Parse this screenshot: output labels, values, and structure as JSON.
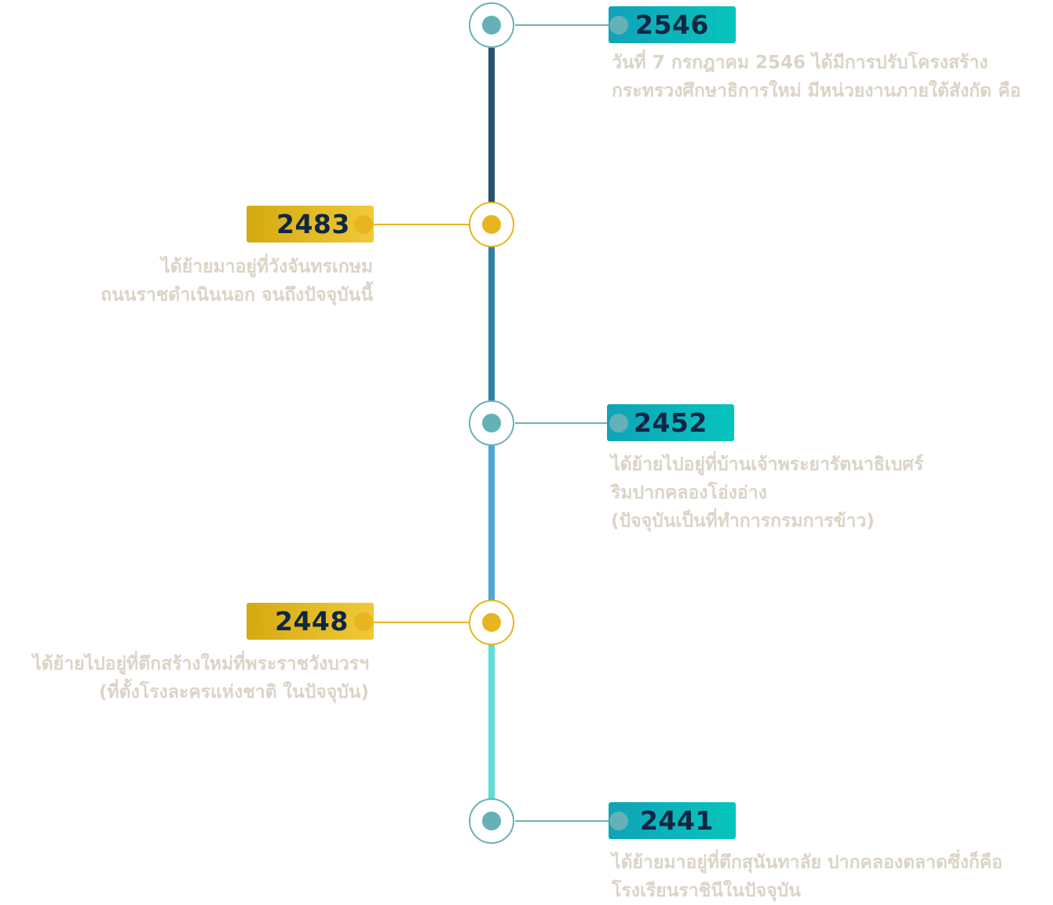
{
  "colors": {
    "teal_ring": "#6ab1b8",
    "teal_dot": "#64b1b7",
    "gold_ring": "#e8b520",
    "gold_dot": "#e8b520",
    "axis_top": "#27526a",
    "axis_mid_upper": "#337fa4",
    "axis_mid_lower": "#4ea7d8",
    "axis_bottom": "#5fdcd5",
    "year_text": "#0f2744",
    "description_text": "#dbd4c6"
  },
  "timeline": [
    {
      "year": "2546",
      "side": "right",
      "style": "teal",
      "lines": [
        "วันที่ 7 กรกฎาคม 2546 ได้มีการปรับโครงสร้าง",
        "กระทรวงศึกษาธิการใหม่ มีหน่วยงานภายใต้สังกัด คือ"
      ]
    },
    {
      "year": "2483",
      "side": "left",
      "style": "gold",
      "lines": [
        "ได้ย้ายมาอยู่ที่วังจันทรเกษม",
        "ถนนราชดำเนินนอก จนถึงปัจจุบันนี้"
      ]
    },
    {
      "year": "2452",
      "side": "right",
      "style": "teal",
      "lines": [
        "ได้ย้ายไปอยู่ที่บ้านเจ้าพระยารัตนาธิเบศร์",
        "ริมปากคลองโอ่งอ่าง",
        "(ปัจจุบันเป็นที่ทำการกรมการข้าว)"
      ]
    },
    {
      "year": "2448",
      "side": "left",
      "style": "gold",
      "lines": [
        "ได้ย้ายไปอยู่ที่ตึกสร้างใหม่ที่พระราชวังบวรฯ",
        "(ที่ตั้งโรงละครแห่งชาติ ในปัจจุบัน)"
      ]
    },
    {
      "year": "2441",
      "side": "right",
      "style": "teal",
      "lines": [
        "ได้ย้ายมาอยู่ที่ตึกสุนันทาลัย ปากคลองตลาดซึ่งก็คือ",
        "โรงเรียนราชินีในปัจจุบัน"
      ]
    }
  ]
}
